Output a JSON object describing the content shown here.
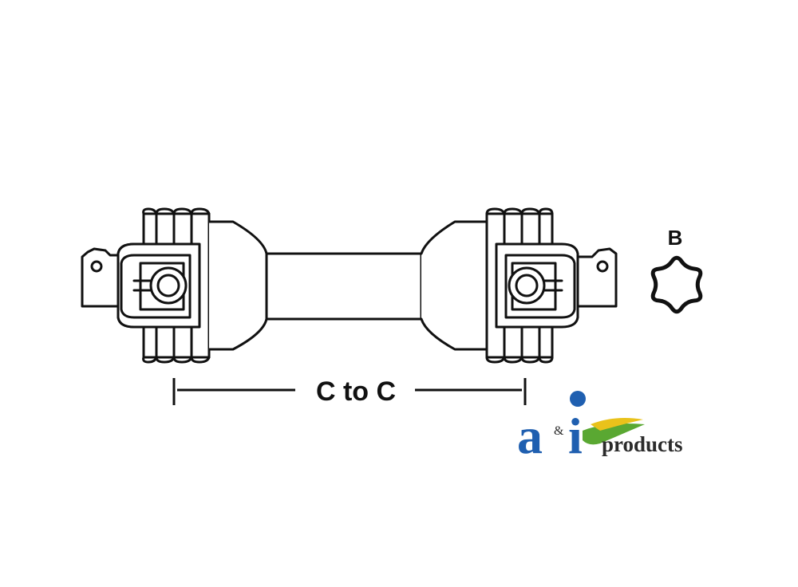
{
  "diagram": {
    "dimension_label": "C to C",
    "profile_label": "B"
  },
  "logo": {
    "letter_a": "a",
    "ampersand": "&",
    "letter_i": "i",
    "word": "products",
    "brand_name": "A&I products",
    "colors": {
      "blue": "#1f5fb0",
      "green": "#5aa832",
      "yellow": "#e9c21b",
      "text": "#2b2b2b"
    }
  }
}
